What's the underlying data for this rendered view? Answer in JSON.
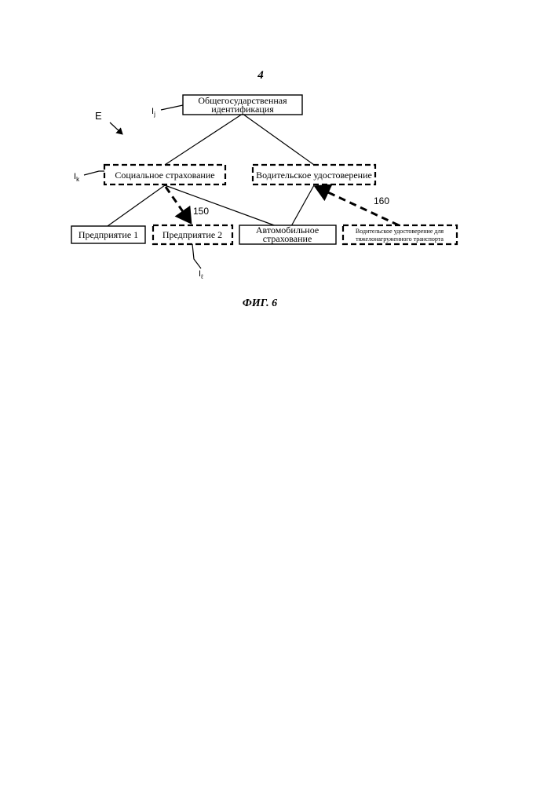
{
  "page_number": "4",
  "figure_caption": "ФИГ. 6",
  "labels": {
    "e": "E",
    "ij": "I",
    "ij_sub": "j",
    "ik": "I",
    "ik_sub": "k",
    "il": "I",
    "il_sub": "ℓ"
  },
  "nodes": {
    "national_id_line1": "Общегосударственная",
    "national_id_line2": "идентификация",
    "social_insurance": "Социальное страхование",
    "drivers_license": "Водительское удостоверение",
    "enterprise1": "Предприятие 1",
    "enterprise2": "Предприятие 2",
    "auto_insurance_line1": "Автомобильное",
    "auto_insurance_line2": "страхование",
    "heavy_license_line1": "Водительское удостоверение для",
    "heavy_license_line2": "тяжелонагруженного транспорта"
  },
  "arrows": {
    "a150": "150",
    "a160": "160"
  }
}
